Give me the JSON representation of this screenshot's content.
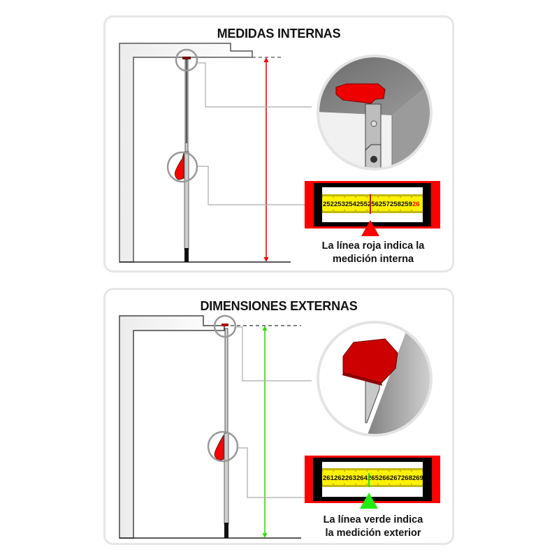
{
  "panels": [
    {
      "id": "internal",
      "title": "MEDIDAS INTERNAS",
      "caption_line1": "La línea roja indica la",
      "caption_line2": "medición interna",
      "indicator_color": "#ff0000",
      "tape_numbers": [
        "252",
        "253",
        "254",
        "255",
        "256",
        "257",
        "258",
        "259",
        "26"
      ],
      "tape_highlight_last": true,
      "reading": "256"
    },
    {
      "id": "external",
      "title": "DIMENSIONES EXTERNAS",
      "caption_line1": "La línea verde indica",
      "caption_line2": "la medición exterior",
      "indicator_color": "#22dd00",
      "tape_numbers": [
        "261",
        "262",
        "263",
        "264",
        "265",
        "266",
        "267",
        "268",
        "269"
      ],
      "tape_highlight_last": false,
      "reading": "265"
    }
  ],
  "colors": {
    "panel_border": "#e6e6e6",
    "pole_red": "#ee0000",
    "tape_yellow": "#fff200",
    "frame_red": "#ff0000",
    "frame_black": "#000000"
  }
}
